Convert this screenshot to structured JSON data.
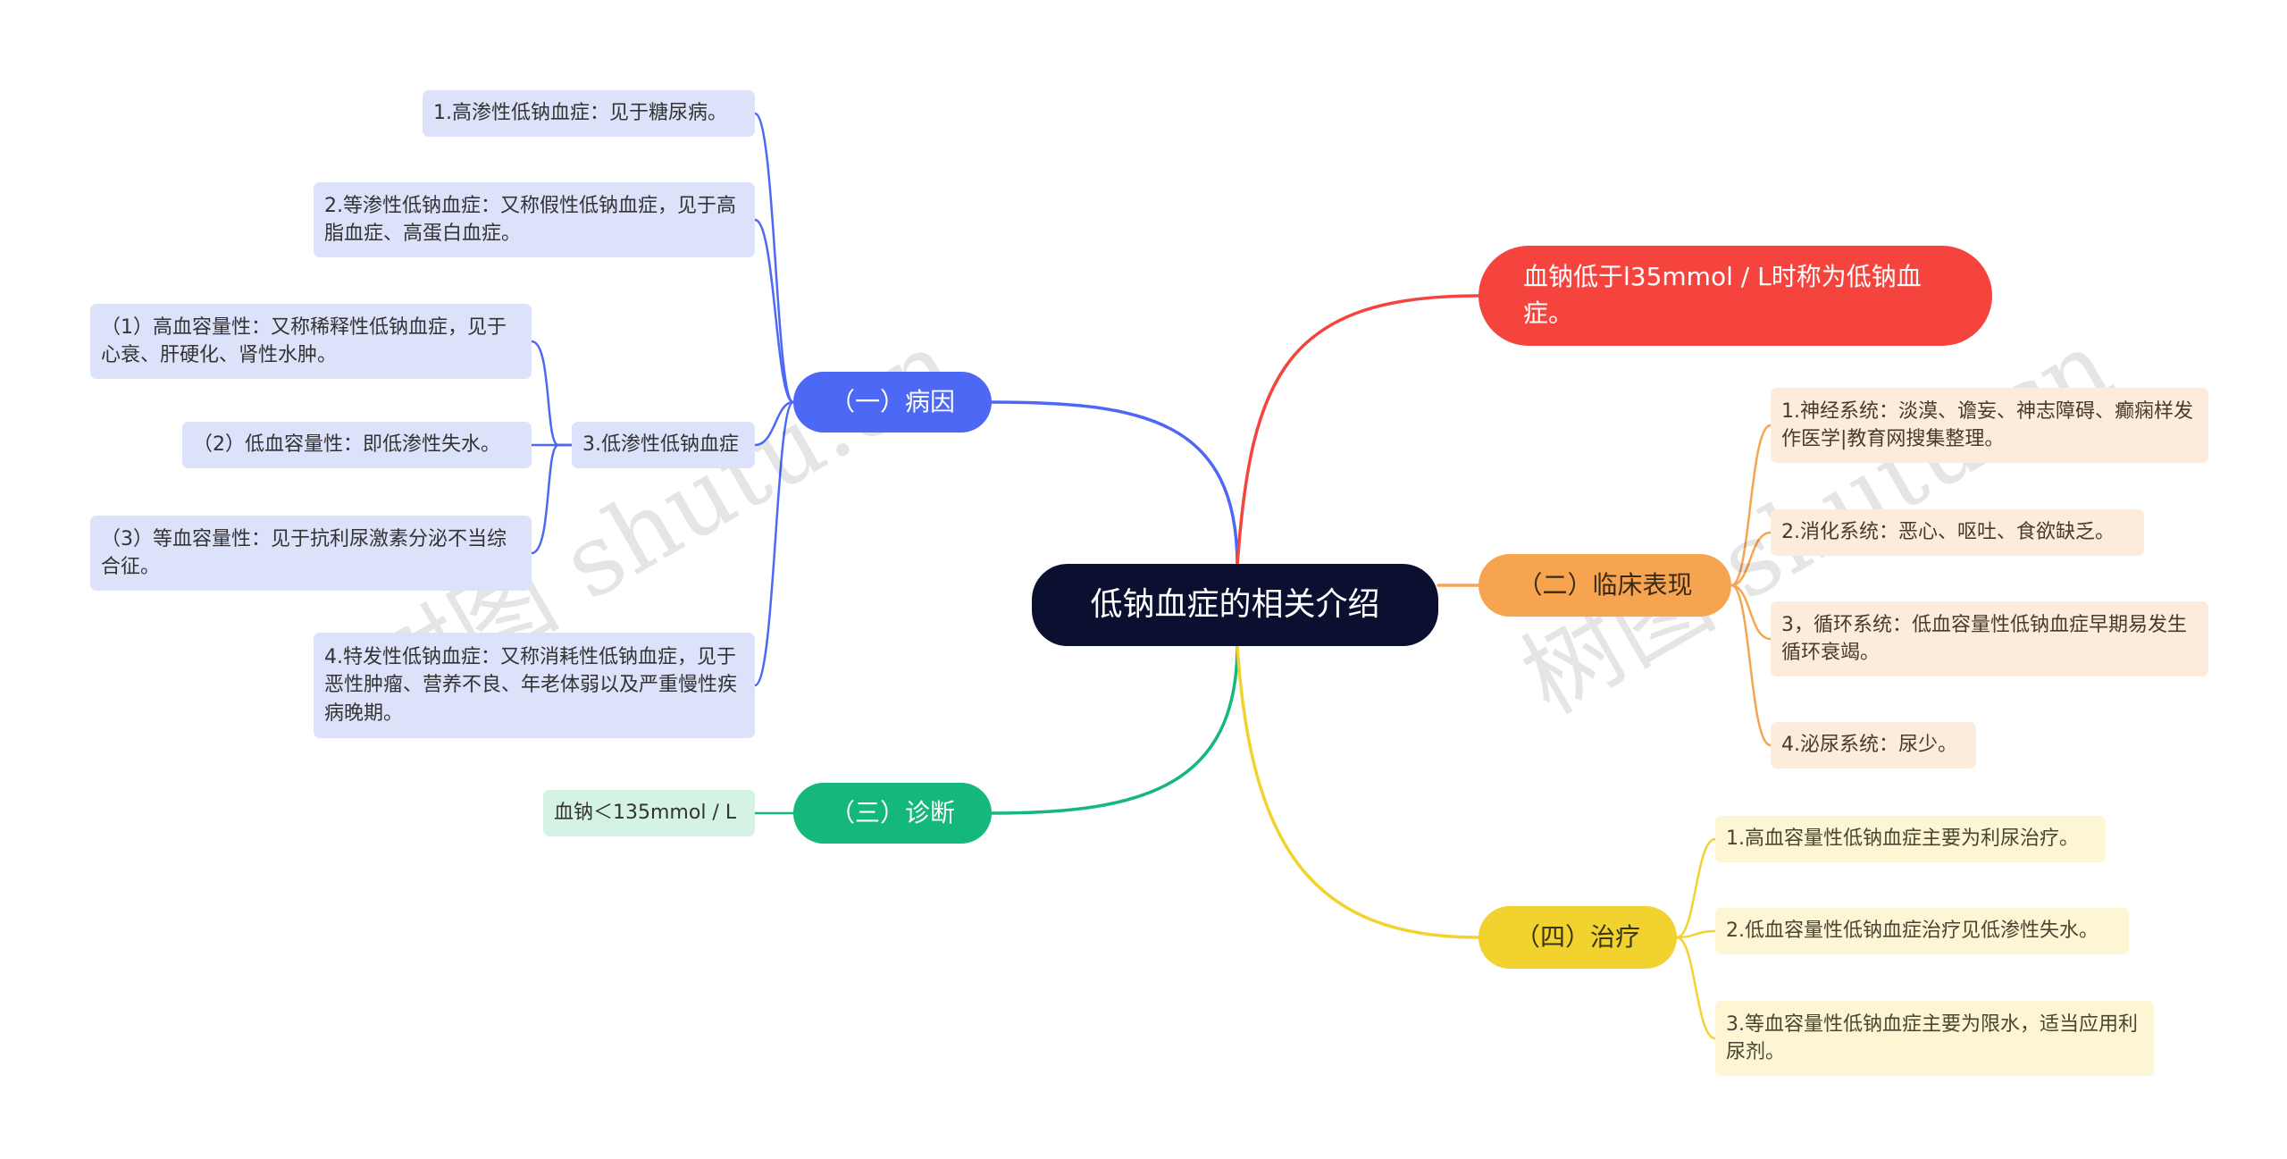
{
  "root": {
    "label": "低钠血症的相关介绍"
  },
  "definition": {
    "label": "血钠低于l35mmol / L时称为低钠血症。"
  },
  "causes": {
    "label": "（一）病因",
    "items": [
      "1.高渗性低钠血症：见于糖尿病。",
      "2.等渗性低钠血症：又称假性低钠血症，见于高脂血症、高蛋白血症。",
      "3.低渗性低钠血症",
      "4.特发性低钠血症：又称消耗性低钠血症，见于恶性肿瘤、营养不良、年老体弱以及严重慢性疾病晚期。"
    ],
    "sub_items": [
      "（1）高血容量性：又称稀释性低钠血症，见于心衰、肝硬化、肾性水肿。",
      "（2）低血容量性：即低渗性失水。",
      "（3）等血容量性：见于抗利尿激素分泌不当综合征。"
    ]
  },
  "clinical": {
    "label": "（二）临床表现",
    "items": [
      "1.神经系统：淡漠、谵妄、神志障碍、癫痫样发作医学|教育网搜集整理。",
      "2.消化系统：恶心、呕吐、食欲缺乏。",
      "3，循环系统：低血容量性低钠血症早期易发生循环衰竭。",
      "4.泌尿系统：尿少。"
    ]
  },
  "diagnosis": {
    "label": "（三）诊断",
    "items": [
      "血钠＜135mmol / L"
    ]
  },
  "treatment": {
    "label": "（四）治疗",
    "items": [
      "1.高血容量性低钠血症主要为利尿治疗。",
      "2.低血容量性低钠血症治疗见低渗性失水。",
      "3.等血容量性低钠血症主要为限水，适当应用利尿剂。"
    ]
  },
  "watermark": "树图 shutu.cn",
  "colors": {
    "root": "#0b1030",
    "causes": "#4d68f5",
    "diagnosis": "#14b87a",
    "clinical": "#f7a450",
    "treatment": "#f2d22e",
    "definition": "#f5433d"
  }
}
